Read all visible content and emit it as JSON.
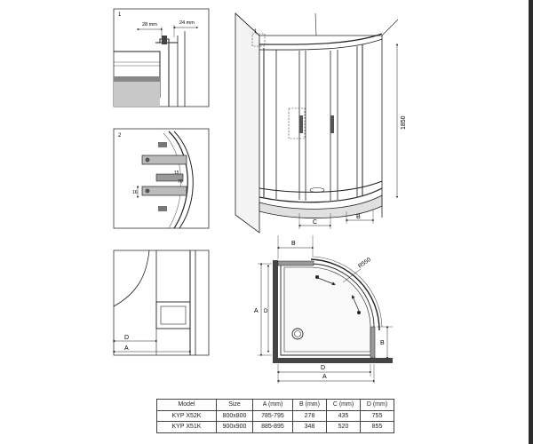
{
  "details": {
    "d1": {
      "number": "1",
      "dim1": "28 mm",
      "dim2": "24 mm"
    },
    "d2": {
      "number": "2",
      "label_a": "15",
      "label_b": "70",
      "label_c": "16"
    },
    "d3": {
      "label_d": "D",
      "label_a": "A"
    }
  },
  "elevation": {
    "callout": "1",
    "height": "1850",
    "label_c": "C",
    "label_b": "B"
  },
  "plan": {
    "label_b_top": "B",
    "radius": "R550",
    "label_a": "A",
    "label_b_right": "B",
    "label_d": "D",
    "label_a_bottom": "A"
  },
  "table": {
    "headers": [
      "Model",
      "Size",
      "A (mm)",
      "B (mm)",
      "C (mm)",
      "D (mm)"
    ],
    "rows": [
      [
        "KYP X52K",
        "800x800",
        "785-795",
        "278",
        "435",
        "755"
      ],
      [
        "KYP X51K",
        "900x900",
        "885-895",
        "348",
        "520",
        "855"
      ]
    ]
  }
}
